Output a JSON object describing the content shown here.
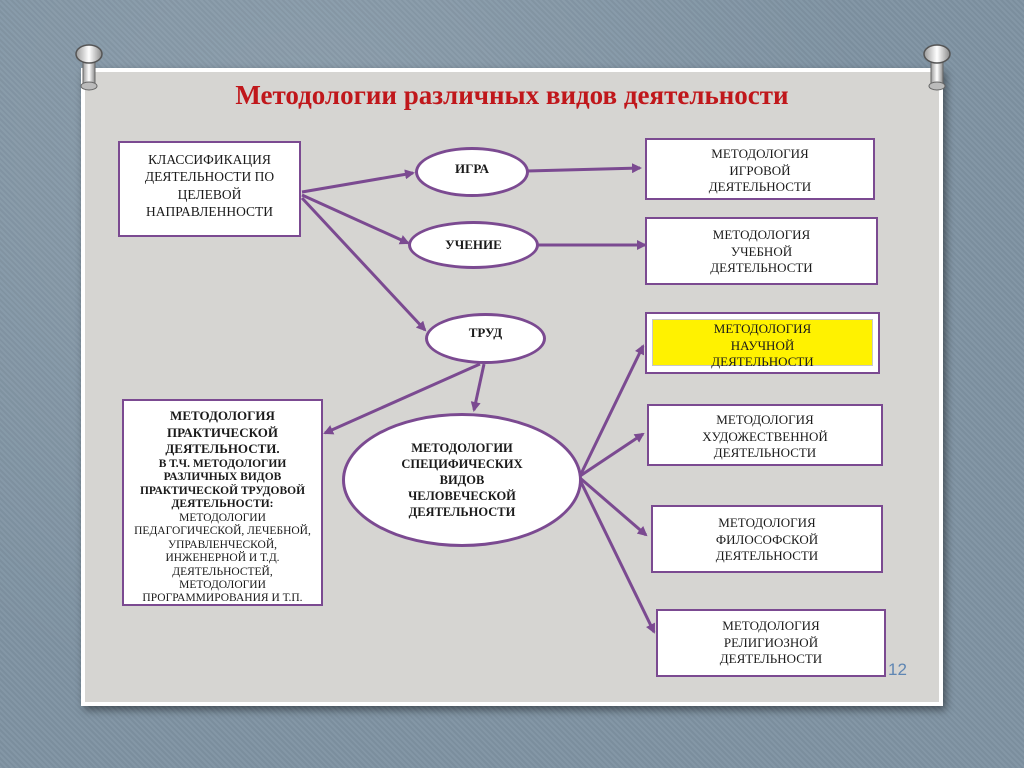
{
  "title": "Методологии различных видов деятельности",
  "page_number": "12",
  "colors": {
    "title": "#c0171b",
    "border": "#7b4a91",
    "highlight": "#fff200",
    "page_number": "#5f86b3"
  },
  "boxes": {
    "classification": [
      "КЛАССИФИКАЦИЯ",
      "ДЕЯТЕЛЬНОСТИ ПО",
      "ЦЕЛЕВОЙ",
      "НАПРАВЛЕННОСТИ"
    ],
    "game_methodology": [
      "МЕТОДОЛОГИЯ",
      "ИГРОВОЙ",
      "ДЕЯТЕЛЬНОСТИ"
    ],
    "study_methodology": [
      "МЕТОДОЛОГИЯ",
      "УЧЕБНОЙ",
      "ДЕЯТЕЛЬНОСТИ"
    ],
    "science_methodology": [
      "МЕТОДОЛОГИЯ",
      "НАУЧНОЙ",
      "ДЕЯТЕЛЬНОСТИ"
    ],
    "art_methodology": [
      "МЕТОДОЛОГИЯ",
      "ХУДОЖЕСТВЕННОЙ",
      "ДЕЯТЕЛЬНОСТИ"
    ],
    "philosophy_methodology": [
      "МЕТОДОЛОГИЯ",
      "ФИЛОСОФСКОЙ",
      "ДЕЯТЕЛЬНОСТИ"
    ],
    "religion_methodology": [
      "МЕТОДОЛОГИЯ",
      "РЕЛИГИОЗНОЙ",
      "ДЕЯТЕЛЬНОСТИ"
    ],
    "practical_heading": [
      "МЕТОДОЛОГИЯ",
      "ПРАКТИЧЕСКОЙ",
      "ДЕЯТЕЛЬНОСТИ."
    ],
    "practical_sub": [
      "В Т.Ч. МЕТОДОЛОГИИ",
      "РАЗЛИЧНЫХ ВИДОВ",
      "ПРАКТИЧЕСКОЙ ТРУДОВОЙ",
      "ДЕЯТЕЛЬНОСТИ:"
    ],
    "practical_list": [
      "МЕТОДОЛОГИИ",
      "ПЕДАГОГИЧЕСКОЙ, ЛЕЧЕБНОЙ,",
      "УПРАВЛЕНЧЕСКОЙ,",
      "ИНЖЕНЕРНОЙ И Т.Д.",
      "ДЕЯТЕЛЬНОСТЕЙ,",
      "МЕТОДОЛОГИИ",
      "ПРОГРАММИРОВАНИЯ И Т.П."
    ]
  },
  "ovals": {
    "game": "ИГРА",
    "study": "УЧЕНИЕ",
    "labor": "ТРУД",
    "specific": [
      "МЕТОДОЛОГИИ",
      "СПЕЦИФИЧЕСКИХ",
      "ВИДОВ",
      "ЧЕЛОВЕЧЕСКОЙ",
      "ДЕЯТЕЛЬНОСТИ"
    ]
  }
}
